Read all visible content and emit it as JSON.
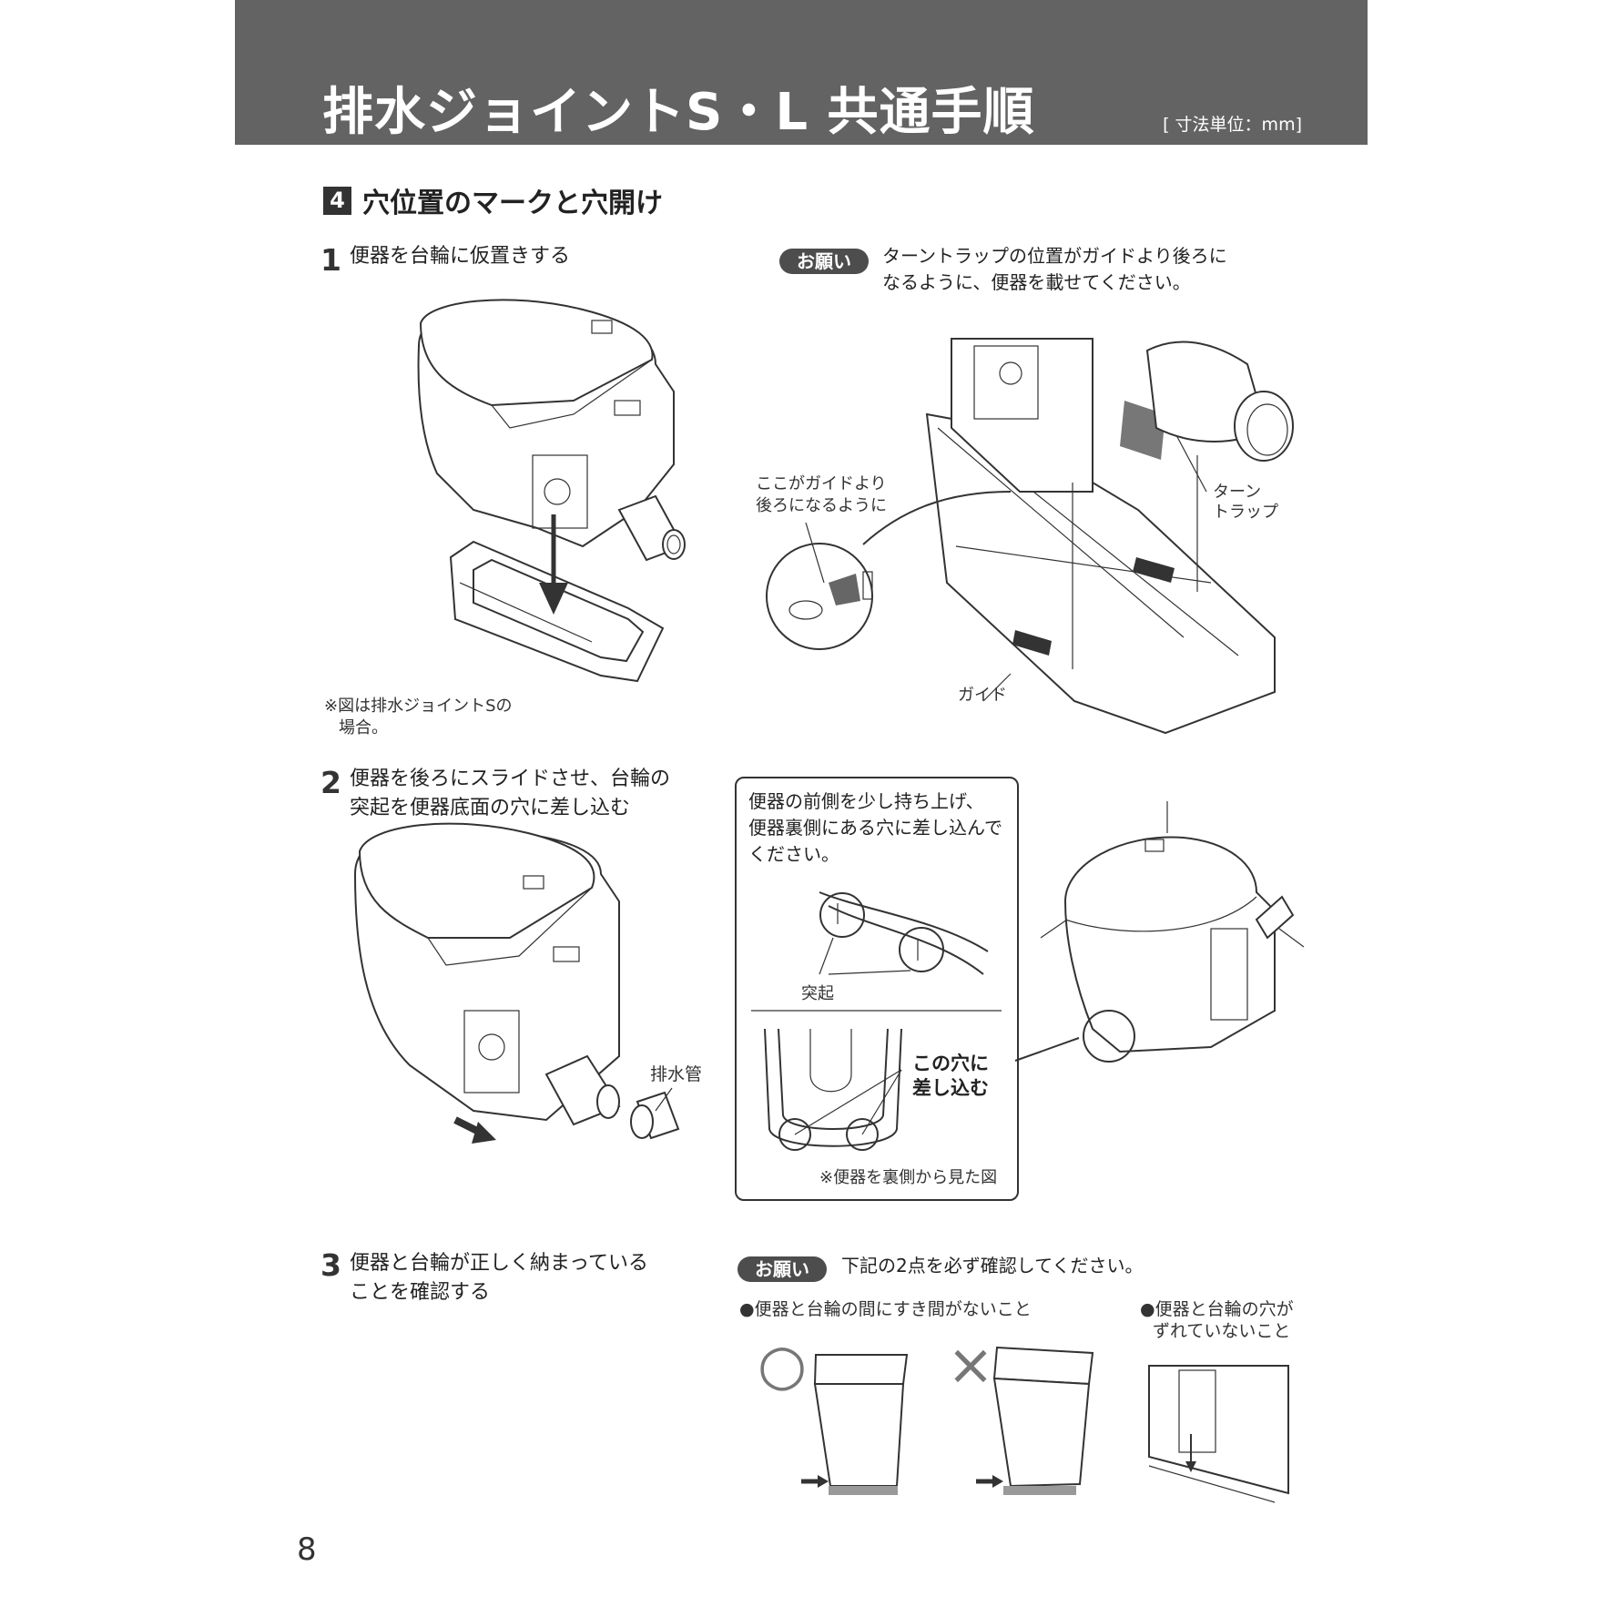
{
  "header": {
    "title": "排水ジョイントS・L 共通手順",
    "unit": "[ 寸法単位：mm]"
  },
  "section": {
    "number": "4",
    "title": "穴位置のマークと穴開け"
  },
  "steps": [
    {
      "number": "1",
      "text_lines": [
        "便器を台輪に仮置きする"
      ]
    },
    {
      "number": "2",
      "text_lines": [
        "便器を後ろにスライドさせ、台輪の",
        "突起を便器底面の穴に差し込む"
      ]
    },
    {
      "number": "3",
      "text_lines": [
        "便器と台輪が正しく納まっている",
        "ことを確認する"
      ]
    }
  ],
  "note1": {
    "badge": "お願い",
    "lines": [
      "ターントラップの位置がガイドより後ろに",
      "なるように、便器を載せてください。"
    ]
  },
  "figure1_caption": [
    "※図は排水ジョイントSの",
    "場合。"
  ],
  "figure2_labels": {
    "guide_behind": [
      "ここがガイドより",
      "後ろになるように"
    ],
    "turn_trap": [
      "ターン",
      "トラップ"
    ],
    "guide": "ガイド"
  },
  "callout": {
    "text_lines": [
      "便器の前側を少し持ち上げ、",
      "便器裏側にある穴に差し込んで",
      "ください。"
    ],
    "protrusion": "突起",
    "insert_here": [
      "この穴に",
      "差し込む"
    ],
    "caption": "※便器を裏側から見た図"
  },
  "drain_pipe_label": "排水管",
  "note3": {
    "badge": "お願い",
    "text": "下記の2点を必ず確認してください。",
    "check1": "●便器と台輪の間にすき間がないこと",
    "check2_lines": [
      "●便器と台輪の穴が",
      "ずれていないこと"
    ],
    "ok_mark": "○",
    "ng_mark": "×"
  },
  "page_number": "8"
}
